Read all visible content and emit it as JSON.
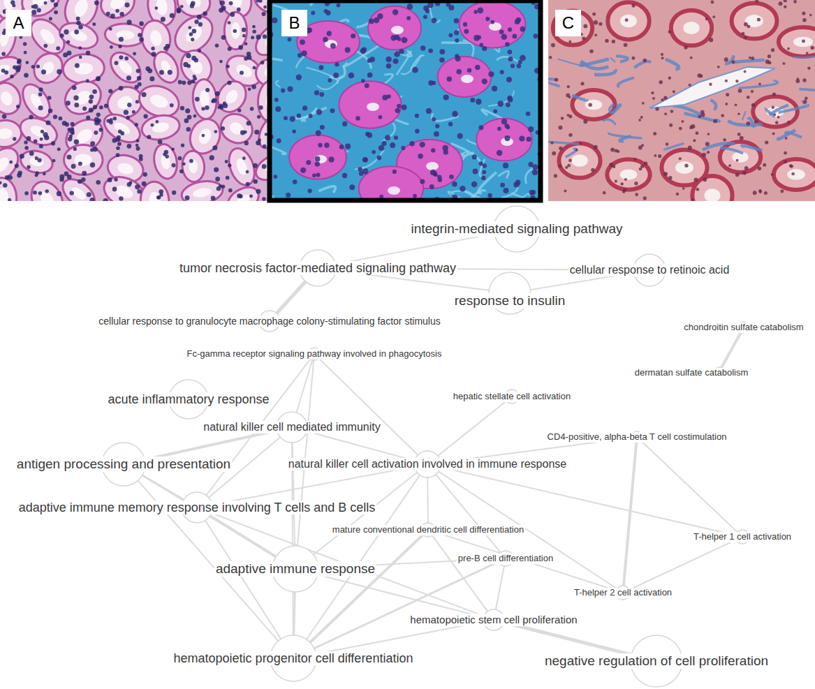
{
  "diagram": {
    "nodes": [
      {
        "text": [
          "A"
        ]
      },
      {
        "text": [
          "B"
        ]
      },
      {
        "text": [
          "C"
        ]
      },
      {
        "text": [
          "integrin-mediated signaling pathway"
        ]
      },
      {
        "text": [
          "tumor necrosis factor-mediated signaling pathway"
        ]
      },
      {
        "text": [
          "cellular response to retinoic acid"
        ]
      },
      {
        "text": [
          "response to insulin"
        ]
      },
      {
        "text": [
          "cellular response to granulocyte macrophage colony-stimulating factor stimulus"
        ]
      },
      {
        "text": [
          "chondroitin sulfate catabolism"
        ]
      },
      {
        "text": [
          "Fc-gamma receptor signaling pathway involved in phagocytosis"
        ]
      },
      {
        "text": [
          "dermatan sulfate catabolism"
        ]
      },
      {
        "text": [
          "hepatic stellate cell activation"
        ]
      },
      {
        "text": [
          "acute inflammatory response"
        ]
      },
      {
        "text": [
          "natural killer cell mediated immunity"
        ]
      },
      {
        "text": [
          "CD4-positive, alpha-beta T cell costimulation"
        ]
      },
      {
        "text": [
          "antigen processing and presentation"
        ]
      },
      {
        "text": [
          "natural killer cell activation involved in immune response"
        ]
      },
      {
        "text": [
          "adaptive immune memory response involving T cells and B cells"
        ]
      },
      {
        "text": [
          "mature conventional dendritic cell differentiation"
        ]
      },
      {
        "text": [
          "T-helper 1 cell activation"
        ]
      },
      {
        "text": [
          "pre-B cell differentiation"
        ]
      },
      {
        "text": [
          "adaptive immune response"
        ]
      },
      {
        "text": [
          "T-helper 2 cell activation"
        ]
      },
      {
        "text": [
          "hematopoietic stem cell proliferation"
        ]
      },
      {
        "text": [
          "hematopoietic progenitor cell differentiation"
        ]
      },
      {
        "text": [
          "negative regulation of cell proliferation"
        ]
      }
    ],
    "edges": [
      {
        "from": 3,
        "to": 4,
        "arrow": "none"
      },
      {
        "from": 4,
        "to": 5,
        "arrow": "none"
      },
      {
        "from": 4,
        "to": 6,
        "arrow": "none"
      },
      {
        "from": 6,
        "to": 5,
        "arrow": "none"
      },
      {
        "from": 4,
        "to": 7,
        "arrow": "none"
      },
      {
        "from": 8,
        "to": 10,
        "arrow": "none"
      },
      {
        "from": 9,
        "to": 13,
        "arrow": "none"
      },
      {
        "from": 9,
        "to": 16,
        "arrow": "none"
      },
      {
        "from": 9,
        "to": 17,
        "arrow": "none"
      },
      {
        "from": 9,
        "to": 21,
        "arrow": "none"
      },
      {
        "from": 11,
        "to": 16,
        "arrow": "none"
      },
      {
        "from": 13,
        "to": 15,
        "arrow": "none"
      },
      {
        "from": 13,
        "to": 16,
        "arrow": "none"
      },
      {
        "from": 13,
        "to": 17,
        "arrow": "none"
      },
      {
        "from": 13,
        "to": 21,
        "arrow": "none"
      },
      {
        "from": 13,
        "to": 24,
        "arrow": "none"
      },
      {
        "from": 15,
        "to": 17,
        "arrow": "none"
      },
      {
        "from": 15,
        "to": 21,
        "arrow": "none"
      },
      {
        "from": 15,
        "to": 24,
        "arrow": "none"
      },
      {
        "from": 16,
        "to": 17,
        "arrow": "none"
      },
      {
        "from": 16,
        "to": 21,
        "arrow": "none"
      },
      {
        "from": 16,
        "to": 14,
        "arrow": "none"
      },
      {
        "from": 16,
        "to": 19,
        "arrow": "none"
      },
      {
        "from": 16,
        "to": 22,
        "arrow": "none"
      },
      {
        "from": 16,
        "to": 20,
        "arrow": "none"
      },
      {
        "from": 16,
        "to": 24,
        "arrow": "none"
      },
      {
        "from": 16,
        "to": 18,
        "arrow": "none"
      },
      {
        "from": 17,
        "to": 21,
        "arrow": "none"
      },
      {
        "from": 17,
        "to": 24,
        "arrow": "none"
      },
      {
        "from": 17,
        "to": 23,
        "arrow": "none"
      },
      {
        "from": 14,
        "to": 19,
        "arrow": "none"
      },
      {
        "from": 14,
        "to": 22,
        "arrow": "none"
      },
      {
        "from": 19,
        "to": 22,
        "arrow": "none"
      },
      {
        "from": 18,
        "to": 22,
        "arrow": "none"
      },
      {
        "from": 18,
        "to": 24,
        "arrow": "none"
      },
      {
        "from": 18,
        "to": 23,
        "arrow": "none"
      },
      {
        "from": 20,
        "to": 24,
        "arrow": "none"
      },
      {
        "from": 20,
        "to": 23,
        "arrow": "none"
      },
      {
        "from": 20,
        "to": 21,
        "arrow": "none"
      },
      {
        "from": 21,
        "to": 24,
        "arrow": "none"
      },
      {
        "from": 21,
        "to": 23,
        "arrow": "none"
      },
      {
        "from": 23,
        "to": 24,
        "arrow": "none"
      },
      {
        "from": 23,
        "to": 25,
        "arrow": "none"
      }
    ]
  }
}
